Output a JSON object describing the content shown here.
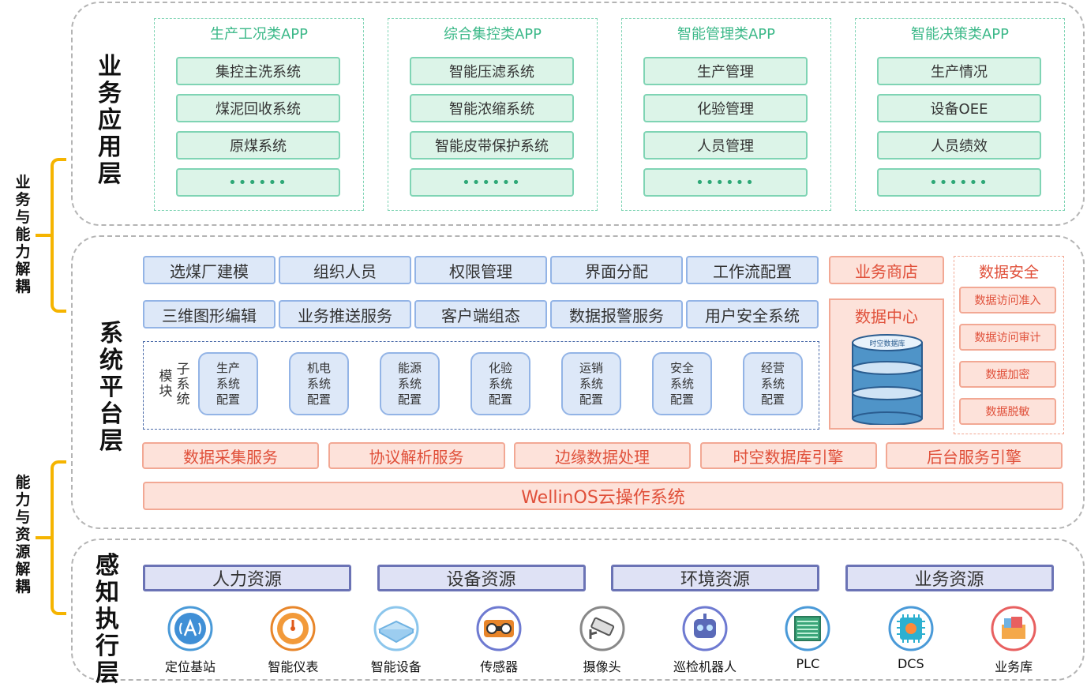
{
  "side_labels": {
    "top": "业务与能力解耦",
    "bottom": "能力与资源解耦"
  },
  "layers": {
    "business": "业务应用层",
    "platform": "系统平台层",
    "perception": "感知执行层"
  },
  "app_groups": [
    {
      "title": "生产工况类APP",
      "items": [
        "集控主洗系统",
        "煤泥回收系统",
        "原煤系统",
        "••••••"
      ]
    },
    {
      "title": "综合集控类APP",
      "items": [
        "智能压滤系统",
        "智能浓缩系统",
        "智能皮带保护系统",
        "••••••"
      ]
    },
    {
      "title": "智能管理类APP",
      "items": [
        "生产管理",
        "化验管理",
        "人员管理",
        "••••••"
      ]
    },
    {
      "title": "智能决策类APP",
      "items": [
        "生产情况",
        "设备OEE",
        "人员绩效",
        "••••••"
      ]
    }
  ],
  "platform": {
    "row1": [
      "选煤厂建模",
      "组织人员",
      "权限管理",
      "界面分配",
      "工作流配置"
    ],
    "row2": [
      "三维图形编辑",
      "业务推送服务",
      "客户端组态",
      "数据报警服务",
      "用户安全系统"
    ],
    "module_label_a": "模块",
    "module_label_b": "子系统",
    "modules": [
      "生产\n系统\n配置",
      "机电\n系统\n配置",
      "能源\n系统\n配置",
      "化验\n系统\n配置",
      "运销\n系统\n配置",
      "安全\n系统\n配置",
      "经营\n系统\n配置"
    ],
    "business_store": "业务商店",
    "data_center": "数据中心",
    "db_label": "时空数据库",
    "data_security": {
      "title": "数据安全",
      "items": [
        "数据访问准入",
        "数据访问审计",
        "数据加密",
        "数据脱敏"
      ]
    },
    "services": [
      "数据采集服务",
      "协议解析服务",
      "边缘数据处理",
      "时空数据库引擎",
      "后台服务引擎"
    ],
    "os": "WellinOS云操作系统"
  },
  "resources": [
    "人力资源",
    "设备资源",
    "环境资源",
    "业务资源"
  ],
  "devices": [
    {
      "label": "定位基站",
      "icon": "base-station-icon"
    },
    {
      "label": "智能仪表",
      "icon": "gauge-icon"
    },
    {
      "label": "智能设备",
      "icon": "smart-device-icon"
    },
    {
      "label": "传感器",
      "icon": "sensor-icon"
    },
    {
      "label": "摄像头",
      "icon": "camera-icon"
    },
    {
      "label": "巡检机器人",
      "icon": "robot-icon"
    },
    {
      "label": "PLC",
      "icon": "plc-icon"
    },
    {
      "label": "DCS",
      "icon": "dcs-chip-icon"
    },
    {
      "label": "业务库",
      "icon": "business-library-icon"
    }
  ],
  "colors": {
    "green_fill": "#dcf4e8",
    "green_border": "#7fd4b4",
    "green_text": "#3bb888",
    "blue_fill": "#dde8f8",
    "blue_border": "#93b4e6",
    "red_fill": "#fde2da",
    "red_border": "#f2a894",
    "red_text": "#e0503a",
    "resource_fill": "#dfe2f5",
    "resource_border": "#6b73b5",
    "bracket": "#f5b400"
  }
}
